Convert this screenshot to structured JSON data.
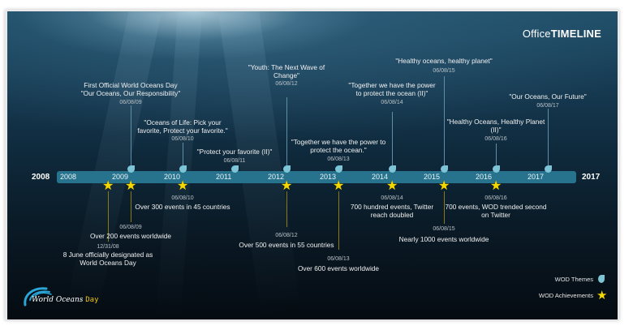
{
  "brand": {
    "office": "Office",
    "timeline": "TIMELINE"
  },
  "axis": {
    "start_label": "2008",
    "end_label": "2017",
    "years": [
      "2008",
      "2009",
      "2010",
      "2011",
      "2012",
      "2013",
      "2014",
      "2015",
      "2016",
      "2017"
    ],
    "bar_color": "#27738d"
  },
  "themes": [
    {
      "date": "06/08/09",
      "lines": [
        "First Official World Oceans Day",
        "\"Our Oceans, Our Responsibility\""
      ]
    },
    {
      "date": "06/08/10",
      "lines": [
        "\"Oceans of Life: Pick your",
        "favorite, Protect your favorite.\""
      ]
    },
    {
      "date": "06/08/11",
      "lines": [
        "\"Protect your favorite (II)\""
      ]
    },
    {
      "date": "06/08/12",
      "lines": [
        "\"Youth: The Next Wave of",
        "Change\""
      ]
    },
    {
      "date": "06/08/13",
      "lines": [
        "\"Together we have the power to",
        "protect the ocean.\""
      ]
    },
    {
      "date": "06/08/14",
      "lines": [
        "\"Together we have the power",
        "to protect the ocean (II)\""
      ]
    },
    {
      "date": "06/08/15",
      "lines": [
        "\"Healthy oceans, healthy planet\""
      ]
    },
    {
      "date": "06/08/16",
      "lines": [
        "\"Healthy Oceans, Healthy Planet",
        "(II)\""
      ]
    },
    {
      "date": "06/08/17",
      "lines": [
        "\"Our Oceans, Our Future\""
      ]
    }
  ],
  "achievements": [
    {
      "date": "12/31/08",
      "lines": [
        "8 June officially designated as",
        "World Oceans Day"
      ]
    },
    {
      "date": "06/08/09",
      "lines": [
        "Over 200 events worldwide"
      ]
    },
    {
      "date": "06/08/10",
      "lines": [
        "Over 300 events in 45 countries"
      ]
    },
    {
      "date": "06/08/12",
      "lines": [
        "Over 500 events in 55 countries"
      ]
    },
    {
      "date": "06/08/13",
      "lines": [
        "Over 600 events worldwide"
      ]
    },
    {
      "date": "06/08/14",
      "lines": [
        "700 hundred events, Twitter",
        "reach doubled"
      ]
    },
    {
      "date": "06/08/15",
      "lines": [
        "Nearly 1000 events worldwide"
      ]
    },
    {
      "date": "06/08/16",
      "lines": [
        "700 events, WOD trended second",
        "on Twitter"
      ]
    }
  ],
  "legend": {
    "themes_label": "WOD Themes",
    "themes_icon": "drop-icon",
    "themes_color": "#7cc4d6",
    "achievements_label": "WOD Achievements",
    "achievements_icon": "star-icon",
    "achievements_color": "#f5d800"
  },
  "logo": {
    "text": "World Oceans",
    "day": "Day"
  }
}
